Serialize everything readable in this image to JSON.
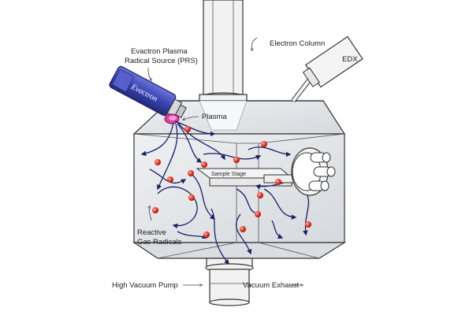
{
  "labels": {
    "prs_line1": "Evactron Plasma",
    "prs_line2": "Radical Source (PRS)",
    "electron_column": "Electron Column",
    "edx": "EDX",
    "plasma": "Plasma",
    "sample_stage": "Sample Stage",
    "reactive_line1": "Reactive",
    "reactive_line2": "Gas Radicals",
    "high_vacuum_pump": "High Vacuum Pump",
    "vacuum_exhaust": "Vacuum Exhaust",
    "brand": "Evactron"
  },
  "colors": {
    "radical": "#e8392b",
    "gas_path": "#1c1f66",
    "prs_body": "#3b46b5",
    "plasma_glow": "#e040a0",
    "glass": "#e3e5e8"
  }
}
